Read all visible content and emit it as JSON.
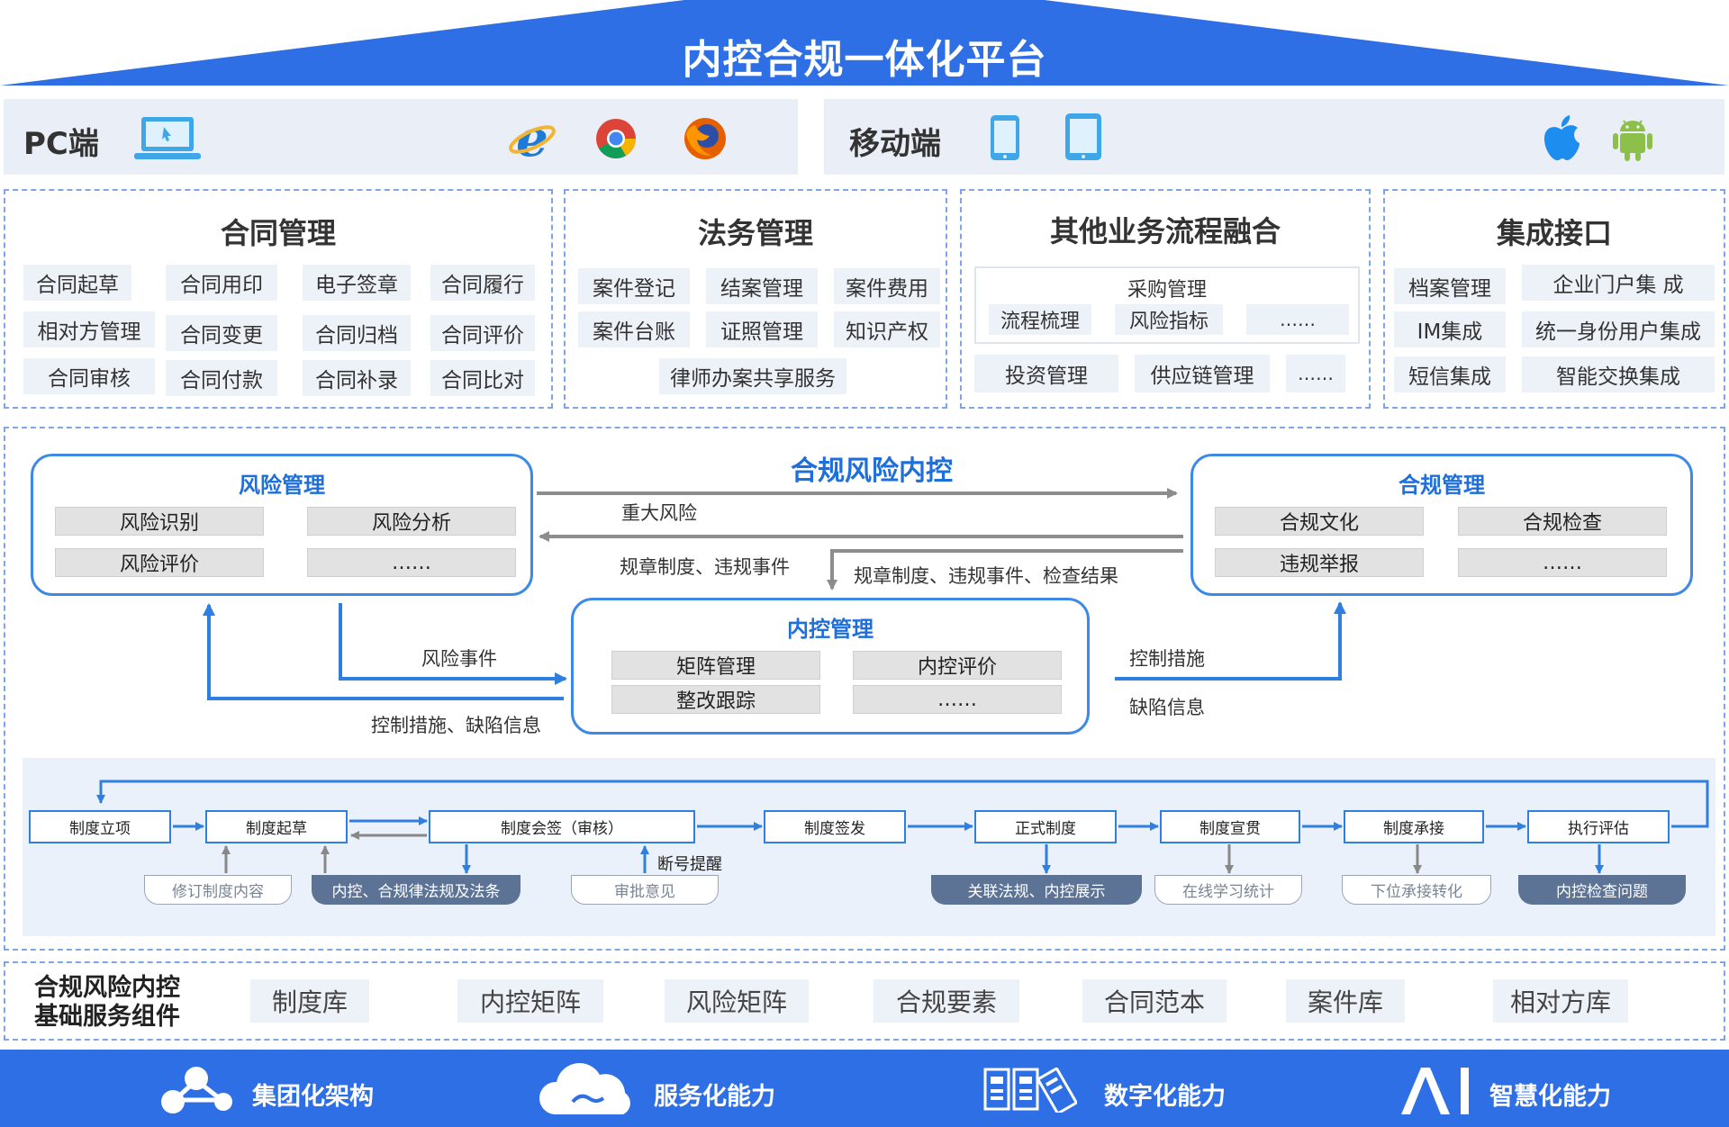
{
  "title": "内控合规一体化平台",
  "clients": {
    "pc_label": "PC端",
    "mobile_label": "移动端",
    "pc_icons": [
      "laptop-icon",
      "ie-icon",
      "chrome-icon",
      "firefox-icon"
    ],
    "mobile_icons": [
      "phone-icon",
      "tablet-icon",
      "apple-icon",
      "android-icon"
    ]
  },
  "modules": {
    "contract": {
      "title": "合同管理",
      "items": [
        "合同起草",
        "合同用印",
        "电子签章",
        "合同履行",
        "相对方管理",
        "合同变更",
        "合同归档",
        "合同评价",
        "合同审核",
        "合同付款",
        "合同补录",
        "合同比对"
      ]
    },
    "legal": {
      "title": "法务管理",
      "items": [
        "案件登记",
        "结案管理",
        "案件费用",
        "案件台账",
        "证照管理",
        "知识产权",
        "律师办案共享服务"
      ]
    },
    "other": {
      "title": "其他业务流程融合",
      "purchase_title": "采购管理",
      "purchase_items": [
        "流程梳理",
        "风险指标",
        "……"
      ],
      "items": [
        "投资管理",
        "供应链管理",
        "……"
      ]
    },
    "integration": {
      "title": "集成接口",
      "items": [
        "档案管理",
        "企业门户集 成",
        "IM集成",
        "统一身份用户集成",
        "短信集成",
        "智能交换集成"
      ]
    }
  },
  "compliance": {
    "center_title": "合规风险内控",
    "risk": {
      "title": "风险管理",
      "items": [
        "风险识别",
        "风险分析",
        "风险评价",
        "……"
      ]
    },
    "comp": {
      "title": "合规管理",
      "items": [
        "合规文化",
        "合规检查",
        "违规举报",
        "……"
      ]
    },
    "internal": {
      "title": "内控管理",
      "items": [
        "矩阵管理",
        "内控评价",
        "整改跟踪",
        "……"
      ]
    },
    "labels": {
      "major_risk": "重大风险",
      "rules_events": "规章制度、违规事件",
      "rules_events_results": "规章制度、违规事件、检查结果",
      "risk_event": "风险事件",
      "control_defect": "控制措施、缺陷信息",
      "control_measure": "控制措施",
      "defect_info": "缺陷信息"
    }
  },
  "flow": {
    "steps": [
      "制度立项",
      "制度起草",
      "制度会签（审核）",
      "制度签发",
      "正式制度",
      "制度宣贯",
      "制度承接",
      "执行评估"
    ],
    "tags": [
      "修订制度内容",
      "内控、合规律法规及法条",
      "审批意见",
      "关联法规、内控展示",
      "在线学习统计",
      "下位承接转化",
      "内控检查问题"
    ],
    "note": "断号提醒"
  },
  "components": {
    "label_line1": "合规风险内控",
    "label_line2": "基础服务组件",
    "items": [
      "制度库",
      "内控矩阵",
      "风险矩阵",
      "合规要素",
      "合同范本",
      "案件库",
      "相对方库"
    ]
  },
  "capabilities": [
    {
      "label": "集团化架构",
      "icon": "network-icon"
    },
    {
      "label": "服务化能力",
      "icon": "cloud-icon"
    },
    {
      "label": "数字化能力",
      "icon": "document-icon"
    },
    {
      "label": "智慧化能力",
      "icon": "ai-icon"
    }
  ],
  "colors": {
    "primary": "#2f6fe6",
    "accent": "#1e6fdc",
    "panel": "#e9eef7",
    "dark_tag": "#5d7396"
  }
}
